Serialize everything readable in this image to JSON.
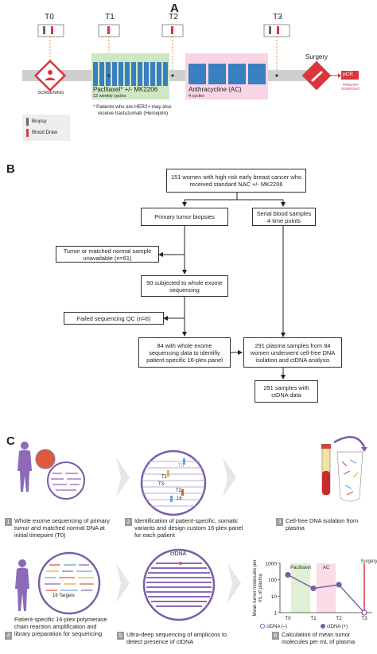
{
  "panelA": {
    "letter": "A",
    "timepoints": [
      "T0",
      "T1",
      "T2",
      "T3"
    ],
    "screening_label": "SCREENING",
    "paclitaxel_label": "Paclitaxel* +/- MK2206",
    "paclitaxel_cycles": "12 weekly cycles",
    "ac_label": "Anthracycline (AC)",
    "ac_cycles": "4 cycles",
    "surgery_label": "Surgery",
    "pcr_label": "pCR",
    "primary_endpoint": "PRIMARY ENDPOINT",
    "footnote_line1": "* Patients who are HER2+ may also",
    "footnote_line2": "receive trastuzumab (Herceptin)",
    "legend_biopsy": "Biopsy",
    "legend_blood": "Blood Draw",
    "colors": {
      "paclitaxel": "#cfe8c4",
      "ac": "#f8d5e4",
      "bar_blue": "#3a7fbf",
      "red": "#d9363e",
      "timeline": "#c9c9c9"
    }
  },
  "panelB": {
    "letter": "B",
    "top_box": "151 women with high-risk early breast cancer who received standard NAC +/- MK2206",
    "primary_biopsies": "Primary tumor biopsies",
    "serial_blood": "Serial blood samples 4 time points",
    "unavailable": "Tumor or matched normal sample unavailable (n=61)",
    "subjected": "90 subjected to whole exome sequencing",
    "failed_qc": "Failed sequencing QC (n=6)",
    "with_wes": "84 with whole exome sequencing data to identifiy patient-specific 16-plex panel",
    "plasma": "291 plasma samples from 84 women underwent cell-free DNA isolation and ctDNA analysis",
    "samples": "291 samples with ctDNA data"
  },
  "panelC": {
    "letter": "C",
    "steps": [
      {
        "num": "1",
        "text": "Whole exome sequencing of primary tumor and matched normal DNA at initial timepoint (T0)"
      },
      {
        "num": "2",
        "text": "Identification of patient-specific, somatic variants and design custom 16-plex panel for each patient"
      },
      {
        "num": "3",
        "text": "Cell-free DNA isolation from plasma"
      },
      {
        "num": "4",
        "text": "Patient-specific 16-plex polymerase chain reaction amplification and library preparation for sequencing"
      },
      {
        "num": "5",
        "text": "Ultra-deep sequencing of amplicons to detect presence of ctDNA"
      },
      {
        "num": "6",
        "text": "Calculation of mean tumor molecules per mL of plasma"
      }
    ],
    "circle_labels": [
      "T0",
      "T1",
      "T2",
      "T3",
      "16"
    ],
    "targets_label": "16 Targets",
    "ctdna_label": "ctDNA",
    "purple": "#7b5ea7"
  },
  "chart_data": {
    "type": "line",
    "x": [
      "T0",
      "T1",
      "T2",
      "T3"
    ],
    "series": [
      {
        "values": [
          200,
          30,
          50,
          1
        ]
      }
    ],
    "point_status": [
      "ctDNA (+)",
      "ctDNA (+)",
      "ctDNA (+)",
      "ctDNA (–)"
    ],
    "ylabel": "Mean tumor molecules per mL of plasma",
    "yticks": [
      "1000",
      "100",
      "10",
      "1"
    ],
    "ylim": [
      1,
      1000
    ],
    "yscale": "log",
    "shaded_regions": [
      {
        "label": "Paclitaxel",
        "from": "T0",
        "to": "T1",
        "color": "#dff0d4"
      },
      {
        "label": "AC",
        "from": "T1",
        "to": "T2",
        "color": "#fadbe6"
      },
      {
        "label": "Surgery",
        "at": "T3",
        "color": "#d9363e"
      }
    ],
    "legend": [
      "ctDNA (–)",
      "ctDNA (+)"
    ]
  }
}
